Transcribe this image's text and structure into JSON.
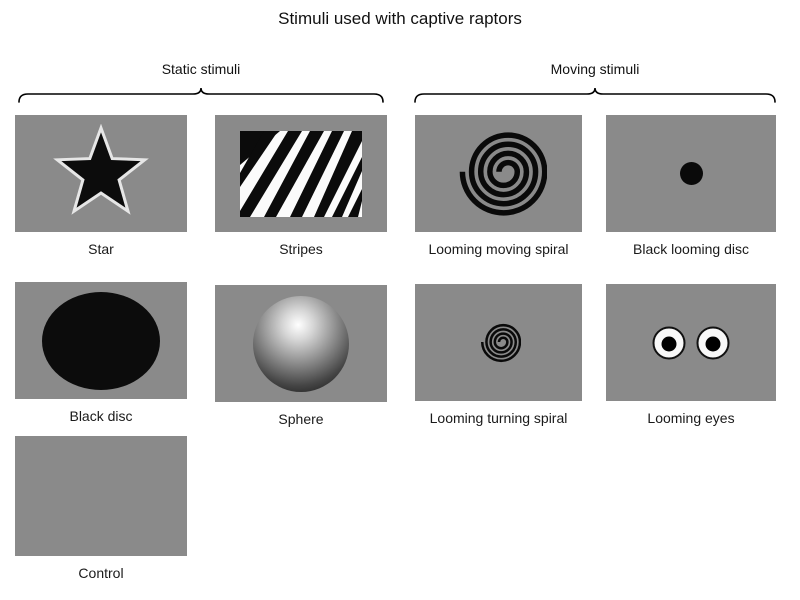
{
  "title": "Stimuli used with captive raptors",
  "groups": {
    "static": {
      "label": "Static stimuli"
    },
    "moving": {
      "label": "Moving stimuli"
    }
  },
  "panels": [
    {
      "label": "Star",
      "group": "static",
      "icon": "star-icon"
    },
    {
      "label": "Stripes",
      "group": "static",
      "icon": "stripes-icon"
    },
    {
      "label": "Looming moving spiral",
      "group": "moving",
      "icon": "looming-moving-spiral-icon"
    },
    {
      "label": "Black looming disc",
      "group": "moving",
      "icon": "black-looming-disc-icon"
    },
    {
      "label": "Black disc",
      "group": "static",
      "icon": "black-disc-icon"
    },
    {
      "label": "Sphere",
      "group": "static",
      "icon": "sphere-icon"
    },
    {
      "label": "Looming turning spiral",
      "group": "moving",
      "icon": "looming-turning-spiral-icon"
    },
    {
      "label": "Looming eyes",
      "group": "moving",
      "icon": "looming-eyes-icon"
    },
    {
      "label": "Control",
      "group": "static",
      "icon": "blank"
    }
  ],
  "colors": {
    "background": "#ffffff",
    "panel_gray": "#8a8a8a",
    "stimulus_black": "#0c0c0c",
    "text": "#1a1a1a"
  }
}
